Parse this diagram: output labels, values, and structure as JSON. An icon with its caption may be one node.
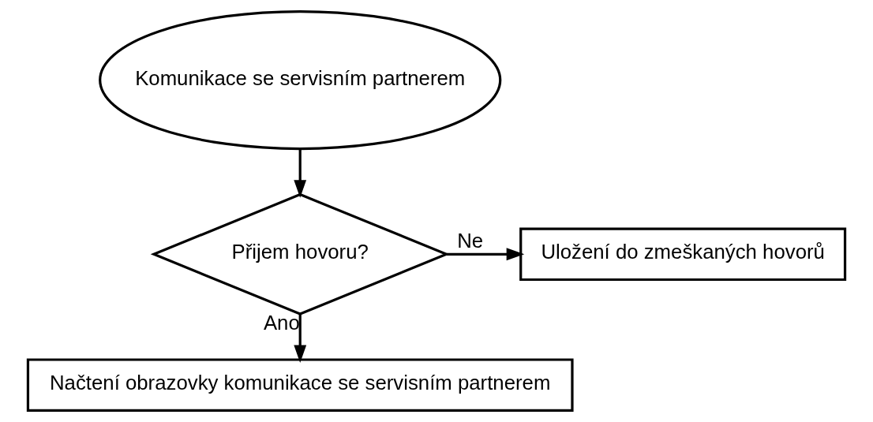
{
  "diagram": {
    "nodes": [
      {
        "text": [
          "Komunikace se servisním partnerem"
        ]
      },
      {
        "text": [
          "Přijem hovoru?"
        ]
      },
      {
        "text": [
          "Uložení do zmeškaných hovorů"
        ]
      },
      {
        "text": [
          "Načtení obrazovky komunikace se servisním partnerem"
        ]
      }
    ],
    "edges": [
      {
        "from": 0,
        "to": 1,
        "arrow": "to"
      },
      {
        "from": 1,
        "to": 2,
        "arrow": "to",
        "label": "Ne"
      },
      {
        "from": 1,
        "to": 3,
        "arrow": "to",
        "label": "Ano"
      }
    ]
  }
}
